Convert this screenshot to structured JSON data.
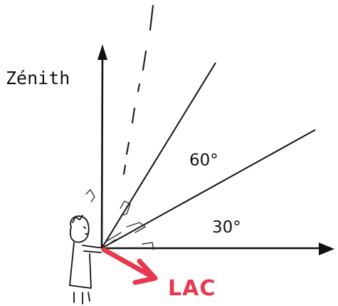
{
  "labels": {
    "zenith": "Zénith",
    "angle_60": "60°",
    "angle_30": "30°",
    "lac": "LAC"
  },
  "colors": {
    "ink": "#111111",
    "lac_arrow": "#e8384f",
    "background": "#ffffff"
  }
}
